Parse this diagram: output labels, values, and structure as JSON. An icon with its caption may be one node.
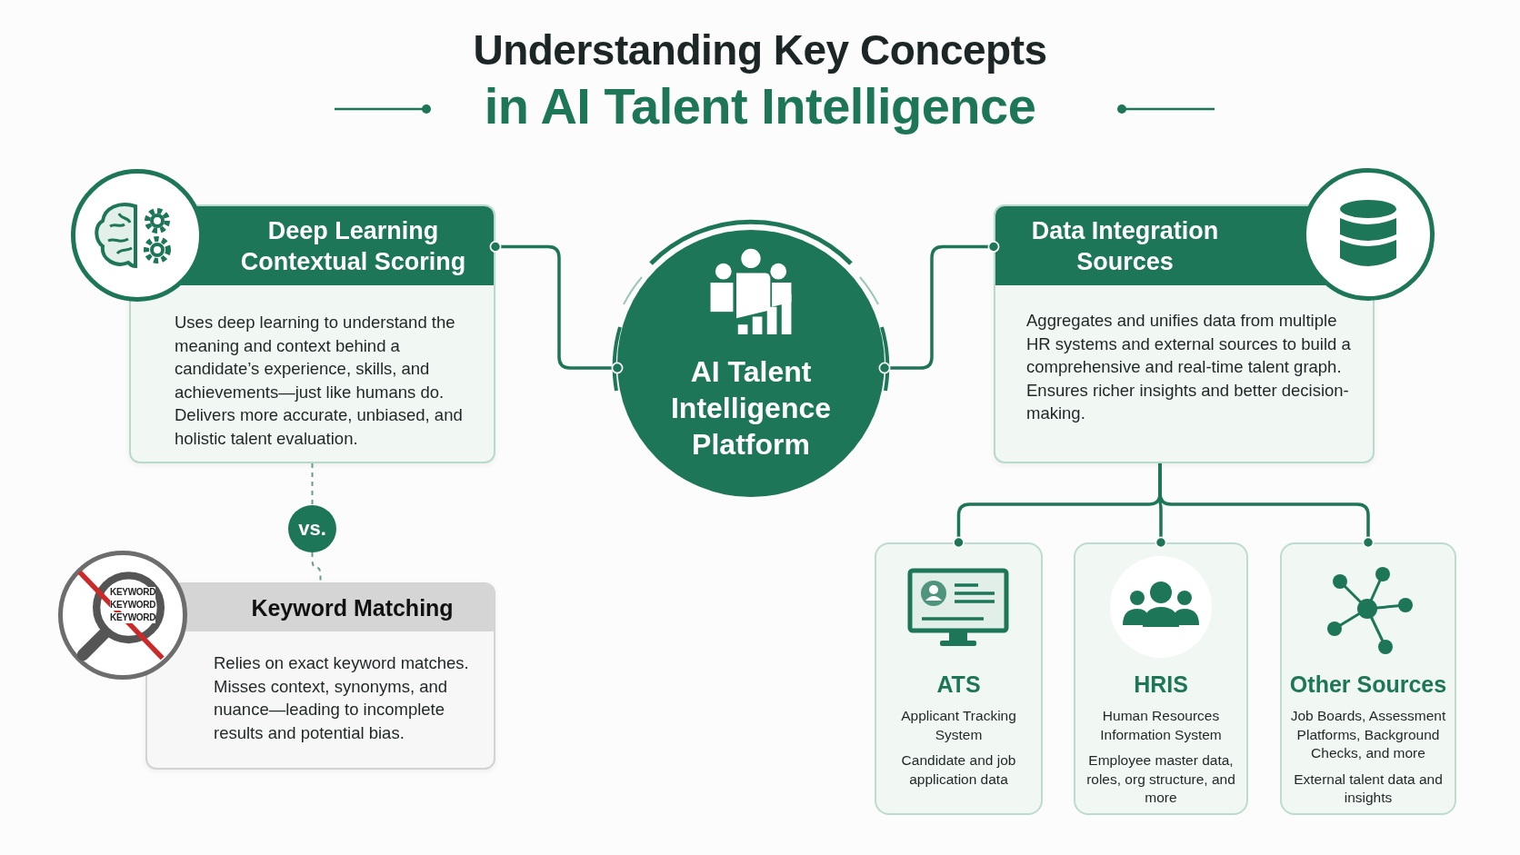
{
  "diagram": {
    "title": "Understanding Key Concepts *in AI Talent Intelligence*",
    "nodes": [
      {
        "text": [
          "Deep Learning Contextual Scoring",
          "Uses deep learning to understand the meaning and context behind a candidate’s experience, skills, and achievements—just like humans do. Delivers more accurate, unbiased, and holistic talent evaluation."
        ]
      },
      {
        "text": [
          "AI Talent Intelligence Platform"
        ]
      },
      {
        "text": [
          "Data Integration Sources",
          "Aggregates and unifies data from multiple HR systems and external sources to build a comprehensive and real-time talent graph. Ensures richer insights and better decision-making."
        ]
      },
      {
        "text": [
          "vs."
        ]
      },
      {
        "text": [
          "Keyword Matching",
          "Relies on exact keyword matches. Misses context, synonyms, and nuance—leading to incomplete results and potential bias."
        ]
      },
      {
        "text": [
          "ATS",
          "Applicant Tracking System",
          "Candidate and job application data"
        ]
      },
      {
        "text": [
          "HRIS",
          "Human Resources Information System",
          "Employee master data, roles, org structure, and more"
        ]
      },
      {
        "text": [
          "Other Sources",
          "Job Boards, Assessment Platforms, Background Checks, and more",
          "External talent data and insights"
        ]
      }
    ],
    "edges": [
      {
        "from": 0,
        "to": 1,
        "arrow": "other"
      },
      {
        "from": 1,
        "to": 2,
        "arrow": "other"
      },
      {
        "from": 0,
        "to": 3,
        "arrow": "none",
        "style": "dashed"
      },
      {
        "from": 3,
        "to": 4,
        "arrow": "none",
        "style": "dashed"
      },
      {
        "from": 2,
        "to": 5,
        "arrow": "other"
      },
      {
        "from": 2,
        "to": 6,
        "arrow": "other"
      },
      {
        "from": 2,
        "to": 7,
        "arrow": "other"
      }
    ],
    "labels": [
      "KEYWORD",
      "KEYWORD",
      "KEYWORD"
    ]
  }
}
